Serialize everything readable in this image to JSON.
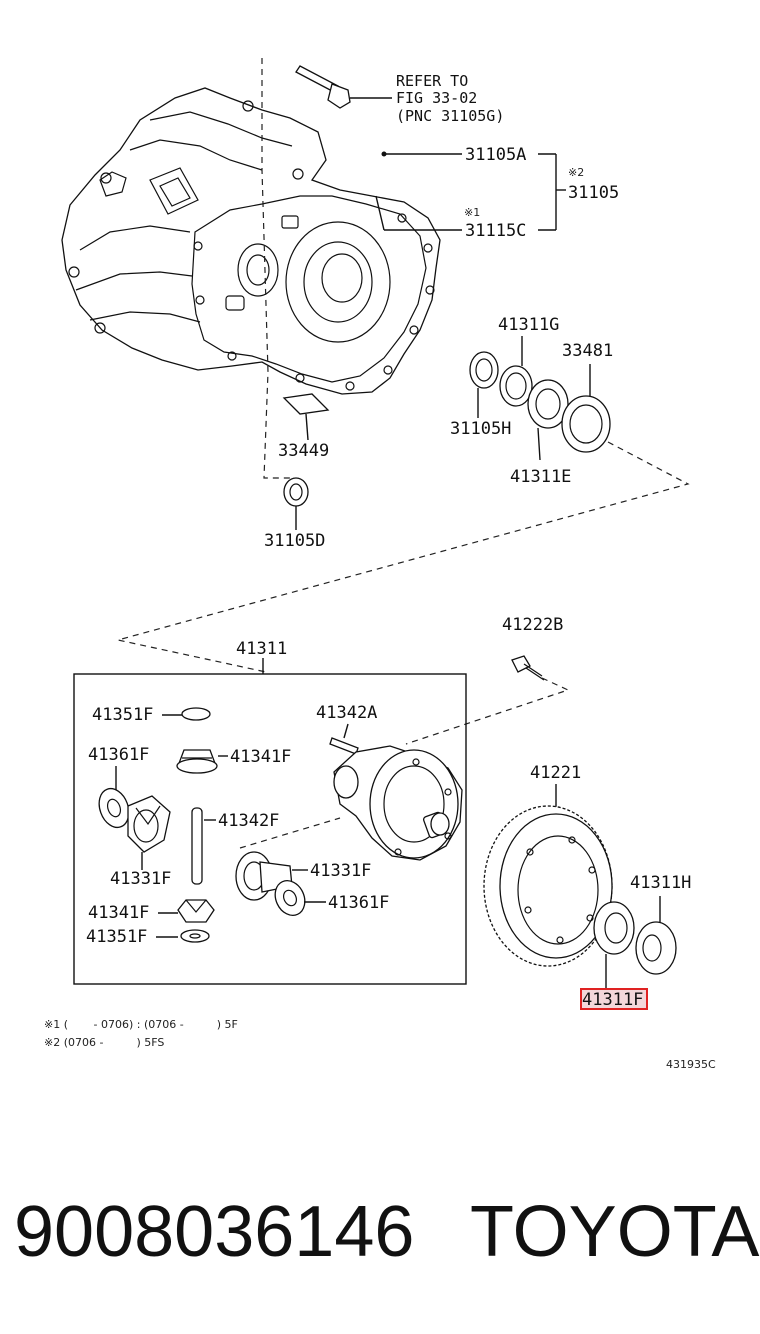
{
  "labels": {
    "refer_1": "REFER TO",
    "refer_2": "FIG 33-02",
    "refer_3": "(PNC 31105G)",
    "p31105A": "31105A",
    "mark2": "※2",
    "p31105": "31105",
    "mark1": "※1",
    "p31115C": "31115C",
    "p41311G": "41311G",
    "p33481": "33481",
    "p31105H": "31105H",
    "p41311E": "41311E",
    "p33449": "33449",
    "p31105D": "31105D",
    "p41222B": "41222B",
    "p41311": "41311",
    "p41351F_a": "41351F",
    "p41342A": "41342A",
    "p41361F_a": "41361F",
    "p41341F_a": "41341F",
    "p41342F": "41342F",
    "p41331F_a": "41331F",
    "p41331F_b": "41331F",
    "p41361F_b": "41361F",
    "p41341F_b": "41341F",
    "p41351F_b": "41351F",
    "p41221": "41221",
    "p41311H": "41311H",
    "p41311F": "41311F"
  },
  "notes": {
    "note1": "※1 (　　 - 0706) : (0706 -　　　) 5F",
    "note2": "※2 (0706 -　　　) 5FS",
    "fig_code": "431935C"
  },
  "footer": {
    "part_number": "9008036146",
    "brand": "TOYOTA"
  },
  "highlight_color": "#e02222"
}
